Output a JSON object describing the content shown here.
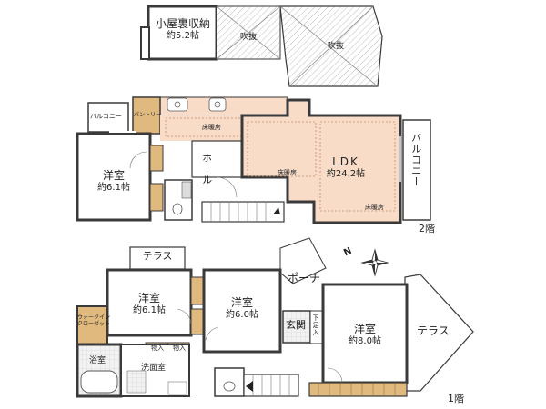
{
  "floors": {
    "attic": {
      "storage": {
        "name": "小屋裏収納",
        "area": "約5.2帖"
      },
      "void_left": "吹抜",
      "void_right": "吹抜"
    },
    "second": {
      "tag": "2階",
      "ldk": {
        "name": "LDK",
        "area": "約24.2帖"
      },
      "bedroom": {
        "name": "洋室",
        "area": "約6.1帖"
      },
      "hall": "ホール",
      "pantry": "パントリー",
      "balcony_left": "バルコニー",
      "balcony_right": "バルコニー",
      "floor_heating": "床暖房"
    },
    "first": {
      "tag": "1階",
      "terrace_top": "テラス",
      "terrace_right": "テラス",
      "bedroom_a": {
        "name": "洋室",
        "area": "約6.1帖"
      },
      "bedroom_b": {
        "name": "洋室",
        "area": "約6.0帖"
      },
      "bedroom_c": {
        "name": "洋室",
        "area": "約8.0帖"
      },
      "porch": "ポーチ",
      "entrance": "玄関",
      "shoe_box": "下足入",
      "walk_in_closet": {
        "line1": "ウォークイン",
        "line2": "クローゼット"
      },
      "bath": "浴室",
      "washroom": "洗面室",
      "storage_1": "物入",
      "storage_2": "物入"
    }
  },
  "compass": {
    "north_label": "N"
  },
  "colors": {
    "wall": "#3a3a3a",
    "ldk_fill": "#f8dcc8",
    "bath_fill": "#dcdcdc",
    "wood": "#e0b97e",
    "hatch": "#e8e8e8",
    "heating_line": "#c48a6a"
  }
}
